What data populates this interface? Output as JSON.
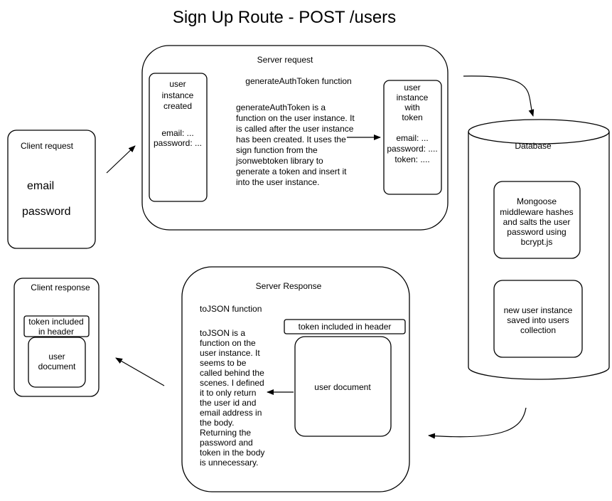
{
  "title": "Sign Up Route - POST /users",
  "client_request": {
    "label": "Client request",
    "fields": [
      "email",
      "password"
    ]
  },
  "server_request": {
    "label": "Server request",
    "function_title": "generateAuthToken function",
    "user_created": {
      "title_lines": [
        "user",
        "instance",
        "created"
      ],
      "fields": [
        "email: ...",
        "password: ..."
      ]
    },
    "description_lines": [
      "generateAuthToken is a",
      "function on the user instance. It",
      "is called after the user instance",
      "has been created. It uses the",
      "sign function from the",
      "jsonwebtoken library to",
      "generate a token and insert it",
      "into the user instance."
    ],
    "user_with_token": {
      "title_lines": [
        "user",
        "instance",
        "with",
        "token"
      ],
      "fields": [
        "email: ...",
        "password: ....",
        "token: ...."
      ]
    }
  },
  "database": {
    "label": "Database",
    "middleware_lines": [
      "Mongoose",
      "middleware hashes",
      "and salts the user",
      "password using",
      "bcrypt.js"
    ],
    "saved_lines": [
      "new user instance",
      "saved into users",
      "collection"
    ]
  },
  "server_response": {
    "label": "Server Response",
    "function_title": "toJSON function",
    "description_lines": [
      "toJSON is a",
      "function on the",
      "user instance. It",
      "seems to be",
      "called behind the",
      "scenes. I defined",
      "it to only return",
      "the user id and",
      "email address in",
      "the body.",
      "Returning the",
      "password and",
      "token in the body",
      "is unnecessary."
    ],
    "token_header": "token included in header",
    "user_document": "user document"
  },
  "client_response": {
    "label": "Client response",
    "token_header_lines": [
      "token included",
      "in header"
    ],
    "user_document_lines": [
      "user",
      "document"
    ]
  }
}
